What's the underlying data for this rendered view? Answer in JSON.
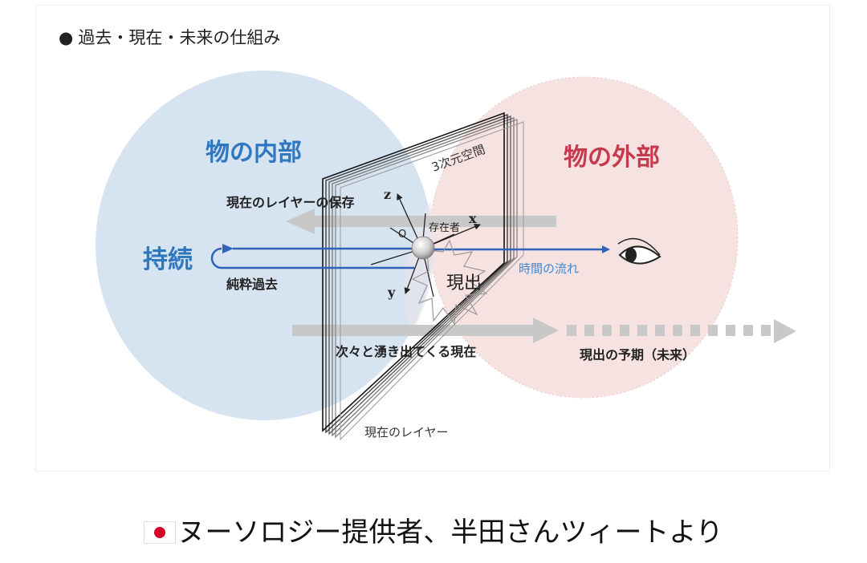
{
  "figure": {
    "title_bullet": "●",
    "title": "過去・現在・未来の仕組み"
  },
  "labels": {
    "inside": "物の内部",
    "outside": "物の外部",
    "space_3d": "3次元空間",
    "save_layer": "現在のレイヤーの保存",
    "duration": "持続",
    "pure_past": "純粋過去",
    "z_axis": "z",
    "x_axis": "x",
    "y_axis": "y",
    "origin": "O",
    "existent": "存在者",
    "appearance": "現出",
    "time_flow": "時間の流れ",
    "welling_present": "次々と湧き出てくる現在",
    "anticipation": "現出の予期（未来）",
    "current_layer": "現在のレイヤー"
  },
  "colors": {
    "inside_circle": "#d6e3f1",
    "outside_circle": "#f7e2e2",
    "inside_text": "#2f78c0",
    "outside_text": "#c63a4d",
    "blue_arrow": "#2f63b8",
    "gray_arrow": "#c8c8c8",
    "time_text": "#3f88d0"
  },
  "caption": {
    "flag": "japan-flag-icon",
    "text": "ヌーソロジー提供者、半田さんツィートより"
  }
}
